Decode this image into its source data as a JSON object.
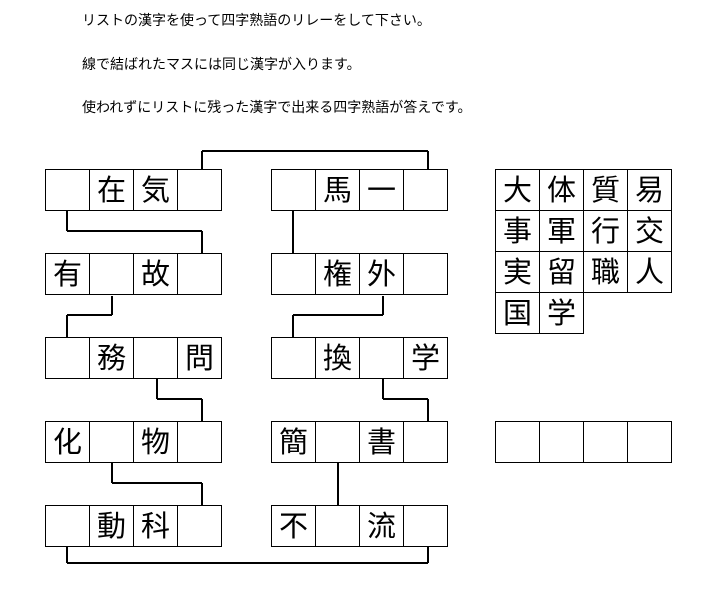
{
  "instructions": [
    "リストの漢字を使って四字熟語のリレーをして下さい。",
    "線で結ばれたマスには同じ漢字が入ります。",
    "使われずにリストに残った漢字で出来る四字熟語が答えです。"
  ],
  "left_column": [
    [
      "",
      "在",
      "気",
      ""
    ],
    [
      "有",
      "",
      "故",
      ""
    ],
    [
      "",
      "務",
      "",
      "問"
    ],
    [
      "化",
      "",
      "物",
      ""
    ],
    [
      "",
      "動",
      "科",
      ""
    ]
  ],
  "right_column": [
    [
      "",
      "馬",
      "一",
      ""
    ],
    [
      "",
      "権",
      "外",
      ""
    ],
    [
      "",
      "換",
      "",
      "学"
    ],
    [
      "簡",
      "",
      "書",
      ""
    ],
    [
      "不",
      "",
      "流",
      ""
    ]
  ],
  "kanji_list": [
    [
      "大",
      "体",
      "質",
      "易"
    ],
    [
      "事",
      "軍",
      "行",
      "交"
    ],
    [
      "実",
      "留",
      "職",
      "人"
    ],
    [
      "国",
      "学"
    ]
  ],
  "answer_cells": [
    "",
    "",
    "",
    ""
  ]
}
